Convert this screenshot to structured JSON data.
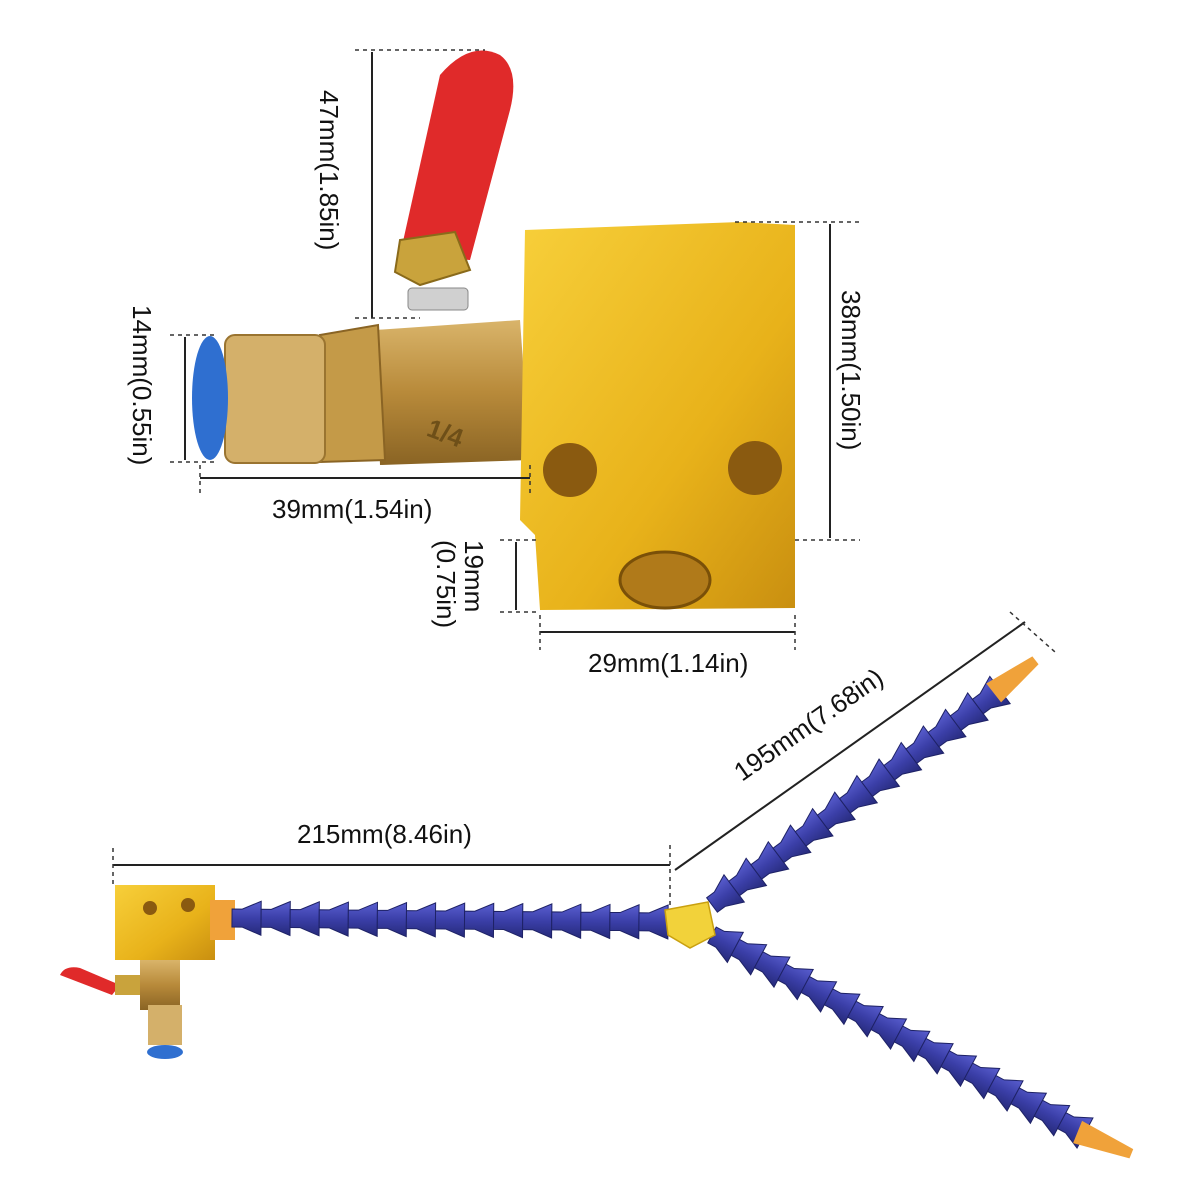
{
  "product": {
    "valve_marking": "1/4"
  },
  "dimensions": {
    "lever_height": "47mm(1.85in)",
    "fitting_diameter": "14mm(0.55in)",
    "valve_length": "39mm(1.54in)",
    "block_height": "38mm(1.50in)",
    "block_lower": "19mm",
    "block_lower_in": "(0.75in)",
    "block_width": "29mm(1.14in)",
    "branch_length": "195mm(7.68in)",
    "main_length": "215mm(8.46in)"
  },
  "colors": {
    "block_gold": "#e8b21a",
    "hose_blue": "#3b3fa8",
    "nozzle_orange": "#f0a23a",
    "handle_red": "#e02a2a",
    "brass": "#b88a3a",
    "fitting_blue": "#2f6fd0"
  }
}
